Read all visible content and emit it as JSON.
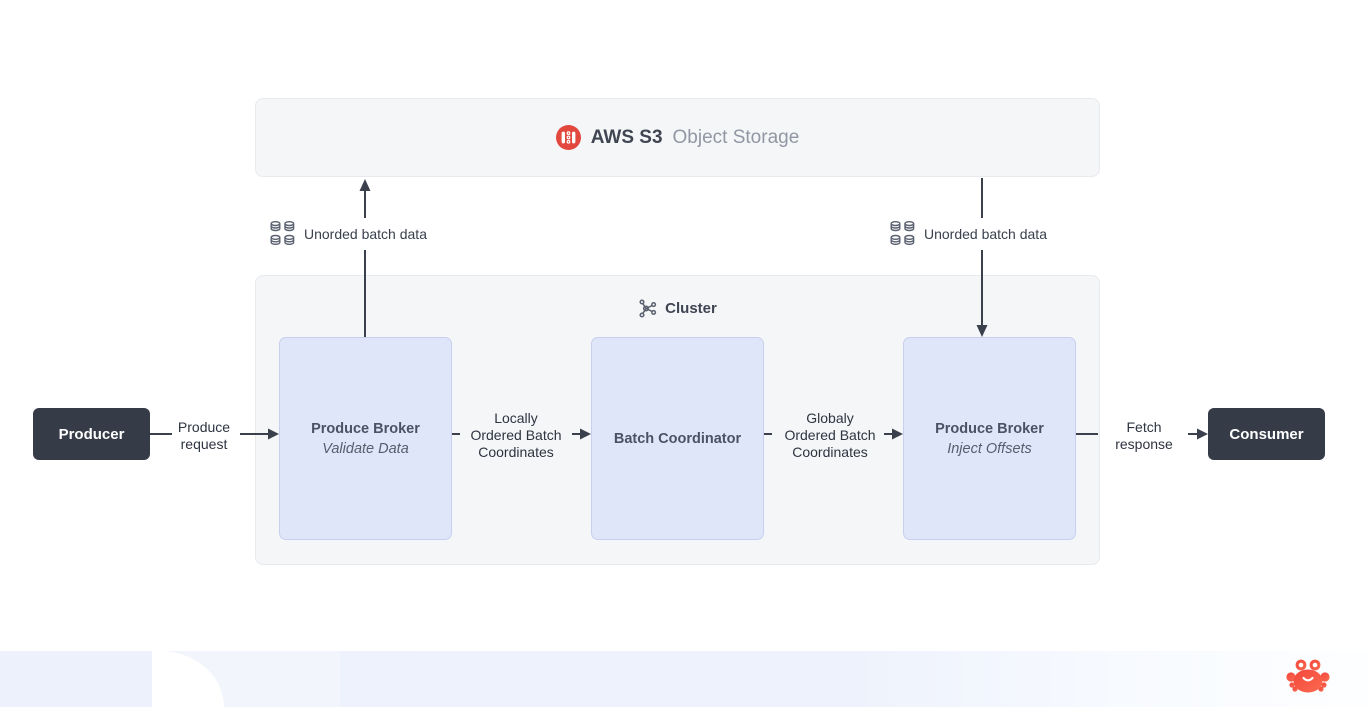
{
  "s3": {
    "title_bold": "AWS S3",
    "title_rest": "Object Storage",
    "icon": "s3-bucket-icon",
    "icon_color": "#e2483d"
  },
  "cluster": {
    "title": "Cluster",
    "icon": "cluster-graph-icon"
  },
  "nodes": {
    "producer": "Producer",
    "consumer": "Consumer",
    "broker_validate": {
      "title": "Produce Broker",
      "subtitle": "Validate Data"
    },
    "batch_coordinator": {
      "title": "Batch Coordinator"
    },
    "broker_inject": {
      "title": "Produce Broker",
      "subtitle": "Inject Offsets"
    }
  },
  "edges": {
    "produce_request": "Produce\nrequest",
    "locally_ordered": "Locally\nOrdered Batch\nCoordinates",
    "globally_ordered": "Globaly\nOrdered Batch\nCoordinates",
    "fetch_response": "Fetch\nresponse",
    "unordered_left": "Unorded batch data",
    "unordered_right": "Unorded batch data"
  },
  "colors": {
    "arrow": "#3a404c",
    "node_fill": "#e0e6fa",
    "node_border": "#c8cfee",
    "panel_fill": "#f5f6f8",
    "endpoint_fill": "#353b47",
    "s3_icon_red": "#e2483d",
    "crab_red": "#f4503e",
    "footer_band": "#edf1fb"
  }
}
